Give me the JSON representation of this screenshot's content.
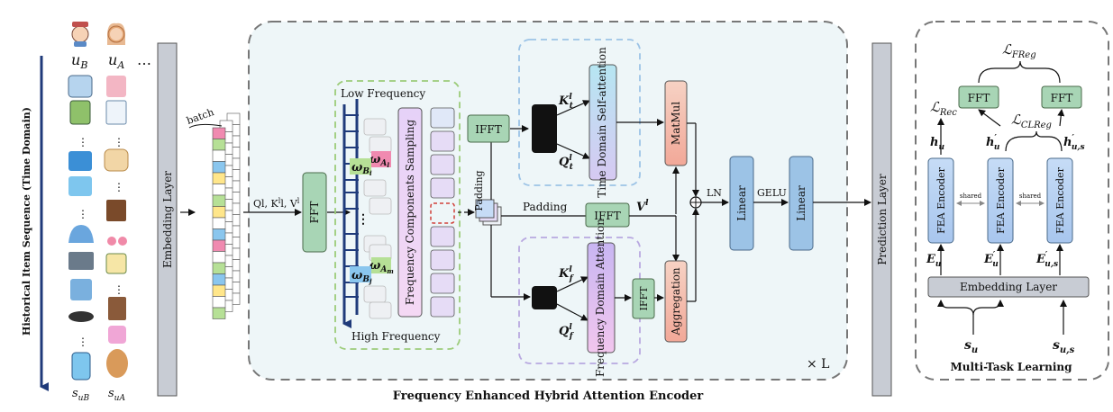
{
  "history": {
    "axis_label": "Historical Item Sequence (Time Domain)",
    "user_b": "u",
    "user_b_sub": "B",
    "user_a": "u",
    "user_a_sub": "A",
    "ellipsis": "…",
    "seq_b": "s",
    "seq_b_sub": "uB",
    "seq_a": "s",
    "seq_a_sub": "uA"
  },
  "embedding_layer": "Embedding Layer",
  "batch_label": "batch",
  "qkv_label": "Q",
  "qkv_label_rest": "l, K",
  "qkv_label_rest2": "l, V",
  "qkv_sup": "l",
  "fft_label": "FFT",
  "freq": {
    "low": "Low Frequency",
    "high": "High Frequency",
    "omega_a_l": "ω",
    "omega_a_l_sub": "A",
    "omega_a_l_subsub": "l",
    "omega_b_i": "ω",
    "omega_b_i_sub": "B",
    "omega_b_i_subsub": "i",
    "omega_a_m": "ω",
    "omega_a_m_sub": "A",
    "omega_a_m_subsub": "m",
    "omega_b_j": "ω",
    "omega_b_j_sub": "B",
    "omega_b_j_subsub": "j",
    "sampling": "Frequency Components Sampling"
  },
  "padding_top": "Padding",
  "padding_mid": "Padding",
  "ifft_top": "IFFT",
  "ifft_mid": "IFFT",
  "ifft_bottom": "IFFT",
  "k_t": "K",
  "q_t": "Q",
  "k_f": "K",
  "q_f": "Q",
  "v_l": "V",
  "time_attn": "Time Domain Self-attention",
  "freq_attn": "Frequency Domain Attention",
  "matmul": "MatMul",
  "aggregation": "Aggregation",
  "ln": "LN",
  "linear1": "Linear",
  "gelu": "GELU",
  "linear2": "Linear",
  "times_l": "× L",
  "prediction_layer": "Prediction Layer",
  "encoder_caption": "Frequency Enhanced Hybrid Attention Encoder",
  "mtl": {
    "l_freg": "FReg",
    "l_rec": "Rec",
    "l_clreg": "CLReg",
    "fft1": "FFT",
    "fft2": "FFT",
    "h_u": "h",
    "h_u2": "h",
    "h_us": "h",
    "fea1": "FEA Encoder",
    "fea2": "FEA Encoder",
    "fea3": "FEA Encoder",
    "shared1": "shared",
    "shared2": "shared",
    "e_u": "E",
    "e_u2": "E",
    "e_us": "E",
    "emb": "Embedding Layer",
    "s_u": "s",
    "s_us": "s",
    "caption": "Multi-Task Learning"
  },
  "colors": {
    "green_box": "#a8d5b5",
    "blue_box": "#9cc3e6",
    "purple_box": "#d9b8f0",
    "salmon_box": "#f4b8a8",
    "gray_bar": "#c8ccd4",
    "panel_bg": "#eef6f8",
    "dark_blue": "#1f3a7a"
  }
}
